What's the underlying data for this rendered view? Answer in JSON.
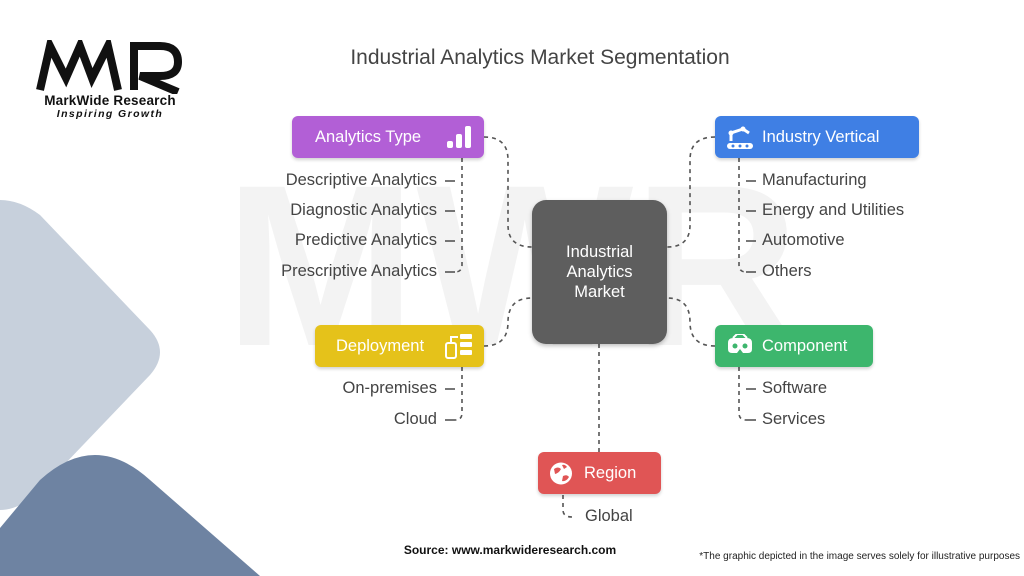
{
  "title": "Industrial Analytics Market Segmentation",
  "logo": {
    "mark": "MWR",
    "name": "MarkWide Research",
    "tagline": "Inspiring Growth"
  },
  "center": {
    "label": "Industrial Analytics Market"
  },
  "segments": {
    "analytics_type": {
      "label": "Analytics Type",
      "color": "#b25fd6",
      "icon": "bar-chart-icon",
      "items": [
        "Descriptive Analytics",
        "Diagnostic Analytics",
        "Predictive Analytics",
        "Prescriptive Analytics"
      ]
    },
    "deployment": {
      "label": "Deployment",
      "color": "#e5c21a",
      "icon": "device-network-icon",
      "items": [
        "On-premises",
        "Cloud"
      ]
    },
    "industry_vertical": {
      "label": "Industry Vertical",
      "color": "#3f7fe4",
      "icon": "robot-arm-icon",
      "items": [
        "Manufacturing",
        "Energy and Utilities",
        "Automotive",
        "Others"
      ]
    },
    "component": {
      "label": "Component",
      "color": "#3db66d",
      "icon": "vr-headset-icon",
      "items": [
        "Software",
        "Services"
      ]
    },
    "region": {
      "label": "Region",
      "color": "#e05555",
      "icon": "globe-icon",
      "items": [
        "Global"
      ]
    }
  },
  "source": "Source: www.markwideresearch.com",
  "note": "*The graphic depicted in the image serves solely for illustrative purposes"
}
